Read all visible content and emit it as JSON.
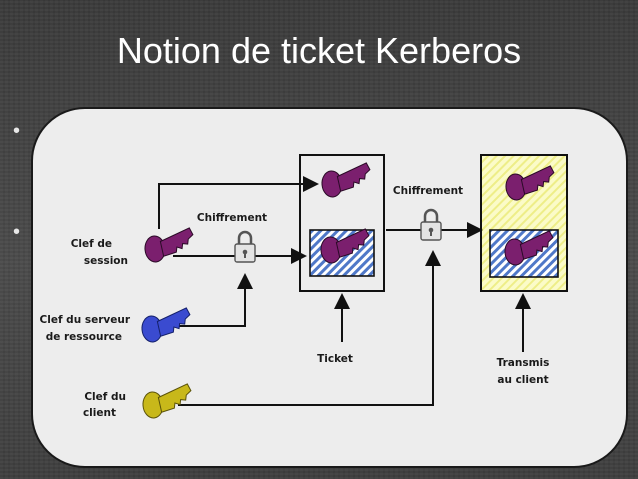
{
  "slide": {
    "title": "Notion de ticket Kerberos"
  },
  "diagram": {
    "keys": {
      "session": {
        "label_lines": [
          "Clef de",
          "session"
        ],
        "color": "#7b1f6e"
      },
      "server": {
        "label_lines": [
          "Clef du serveur",
          "de ressource"
        ],
        "color": "#3a4bd0"
      },
      "client": {
        "label_lines": [
          "Clef du",
          "client"
        ],
        "color": "#c8b81a"
      }
    },
    "encryption_1": {
      "label": "Chiffrement"
    },
    "encryption_2": {
      "label": "Chiffrement"
    },
    "ticket": {
      "label": "Ticket"
    },
    "transmitted": {
      "label_lines": [
        "Transmis",
        "au client"
      ]
    },
    "colors": {
      "hatch_blue": "#4f78c8",
      "yellow_box": "#f7f7a6",
      "line": "#111111"
    }
  }
}
